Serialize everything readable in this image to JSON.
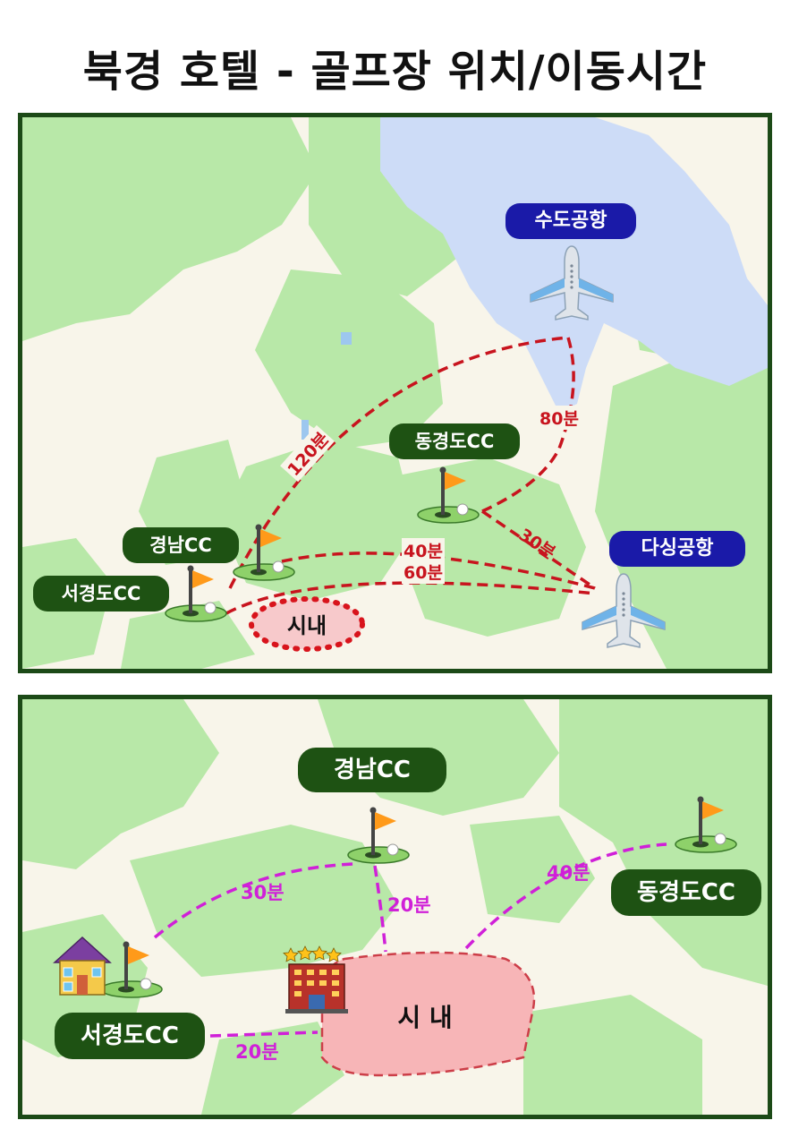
{
  "title": "북경 호텔 - 골프장 위치/이동시간",
  "colors": {
    "frame": "#1c4a17",
    "land": "#f8f5ea",
    "forest": "#b8e8a8",
    "water": "#cddcf7",
    "route_top": "#c8141e",
    "route_bottom": "#d020d8",
    "city_zone": "#f7b5b7",
    "golf_pill": "#1e5213",
    "airport_pill": "#1a1aa8"
  },
  "top_map": {
    "places": {
      "capital_airport": "수도공항",
      "daxing_airport": "다싱공항",
      "dongjingdo_cc": "동경도CC",
      "gyeongnam_cc": "경남CC",
      "seogyeongdo_cc": "서경도CC",
      "downtown": "시내"
    },
    "routes": {
      "west_to_capital": "120분",
      "dong_to_capital": "80분",
      "dong_to_daxing": "30분",
      "gyeongnam_to_daxing": "40분",
      "seo_to_daxing": "60분"
    },
    "icons": [
      "airplane-icon",
      "golf-flag-icon"
    ]
  },
  "bottom_map": {
    "places": {
      "gyeongnam_cc": "경남CC",
      "dongjingdo_cc": "동경도CC",
      "seogyeongdo_cc": "서경도CC",
      "downtown": "시 내"
    },
    "routes": {
      "seo_to_gyeongnam": "30분",
      "gyeongnam_to_downtown": "20분",
      "downtown_to_dongjingdo": "40분",
      "seo_to_downtown": "20분"
    },
    "icons": [
      "golf-flag-icon",
      "hotel-icon",
      "clubhouse-icon"
    ]
  }
}
